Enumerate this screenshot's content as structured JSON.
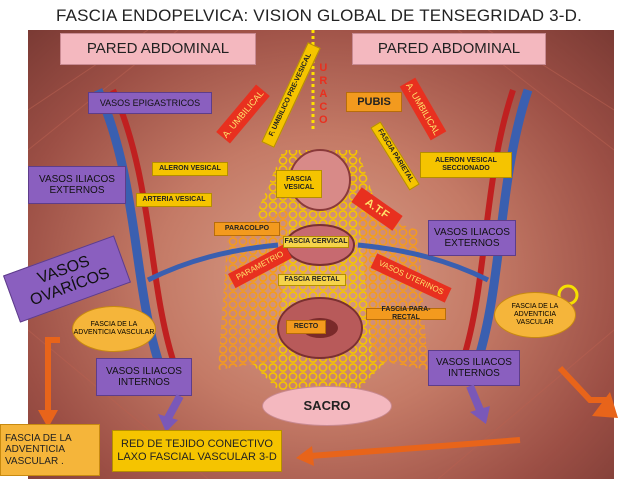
{
  "title": "FASCIA ENDOPELVICA: VISION GLOBAL DE TENSEGRIDAD 3-D.",
  "labels": {
    "pared_left": "PARED ABDOMINAL",
    "pared_right": "PARED ABDOMINAL",
    "vasos_epigastricos": "VASOS EPIGASTRICOS",
    "a_umbilical_left": "A. UMBILICAL",
    "a_umbilical_right": "A. UMBILICAL",
    "f_umbilico": "F. UMBILICO PRE-VESICAL",
    "uraco": "URACO",
    "pubis": "PUBIS",
    "aleron_vesical": "ALERON VESICAL",
    "aleron_seccionado": "ALERON VESICAL SECCIONADO",
    "vasos_iliacos_ext_left": "VASOS ILIACOS EXTERNOS",
    "vasos_iliacos_ext_right": "VASOS ILIACOS EXTERNOS",
    "arteria_vesical": "ARTERIA VESICAL",
    "fascia_vesical": "FASCIA VESICAL",
    "fascia_parietal": "FASCIA PARIETAL",
    "atf": "A.T.F",
    "paracolpo": "PARACOLPO",
    "fascia_cervical": "FASCIA CERVICAL",
    "parametrio": "PARAMETRIO",
    "vasos_ovaricos": "VASOS OVARÍCOS",
    "fascia_rectal": "FASCIA RECTAL",
    "vasos_uterinos": "VASOS UTERINOS",
    "fascia_para_rectal": "FASCIA PARA- RECTAL",
    "recto": "RECTO",
    "fascia_adventicia_left": "FASCIA DE LA ADVENTICIA VASCULAR",
    "fascia_adventicia_right": "FASCIA DE LA ADVENTICIA VASCULAR",
    "vasos_iliacos_int_left": "VASOS ILIACOS INTERNOS",
    "vasos_iliacos_int_right": "VASOS ILIACOS INTERNOS",
    "sacro": "SACRO",
    "fascia_adventicia_bottom": "FASCIA DE LA ADVENTICIA VASCULAR .",
    "red_tejido": "RED DE TEJIDO CONECTIVO LAXO FASCIAL VASCULAR 3-D"
  },
  "colors": {
    "pink": "#f4b8bf",
    "purple": "#8a5fbf",
    "yellow": "#f5c400",
    "orange": "#f39a1e",
    "red": "#e8301f",
    "arrow_orange": "#e8641a",
    "arrow_purple": "#7a58b8"
  }
}
